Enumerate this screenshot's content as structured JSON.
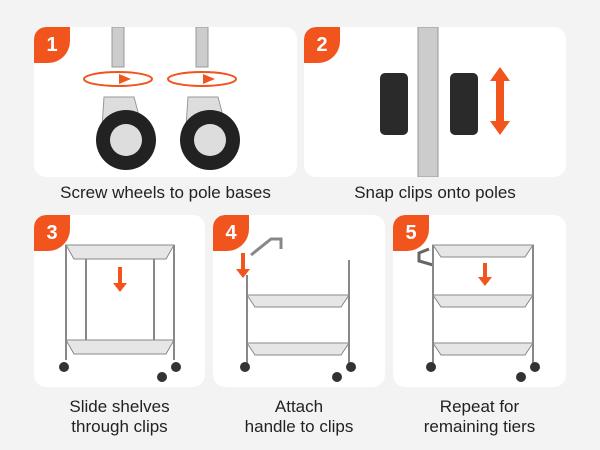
{
  "accent": "#f2541d",
  "steps": [
    {
      "number": "1",
      "caption": "Screw wheels to pole bases"
    },
    {
      "number": "2",
      "caption": "Snap clips onto poles"
    },
    {
      "number": "3",
      "caption_line1": "Slide shelves",
      "caption_line2": "through clips"
    },
    {
      "number": "4",
      "caption_line1": "Attach",
      "caption_line2": "handle to clips"
    },
    {
      "number": "5",
      "caption_line1": "Repeat for",
      "caption_line2": "remaining tiers"
    }
  ]
}
